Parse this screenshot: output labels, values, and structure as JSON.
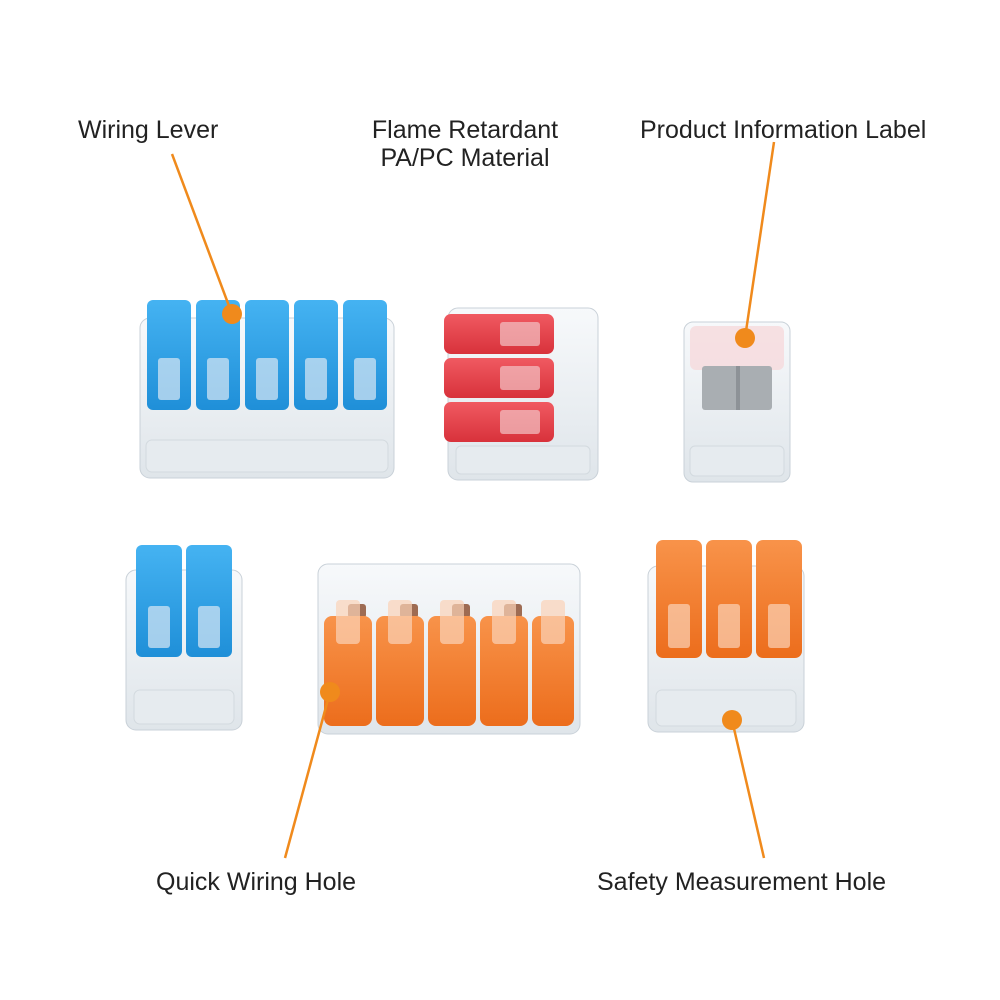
{
  "labels": {
    "wiring_lever": "Wiring Lever",
    "flame_line1": "Flame Retardant",
    "flame_line2": "PA/PC Material",
    "product_info": "Product Information Label",
    "quick_hole": "Quick Wiring Hole",
    "safety_hole": "Safety Measurement Hole"
  },
  "colors": {
    "callout": "#f08a1c",
    "lever_blue": "#2f9fe4",
    "lever_red": "#e8424b",
    "lever_orange": "#f47b2a",
    "clear_body": "#eef2f5"
  },
  "connectors": [
    {
      "name": "blue-5-way-connector",
      "levers": 5,
      "color": "lever_blue"
    },
    {
      "name": "red-3-way-connector",
      "levers": 3,
      "color": "lever_red"
    },
    {
      "name": "clear-2-way-connector",
      "levers": 2,
      "color": "clear_body"
    },
    {
      "name": "blue-2-way-connector",
      "levers": 2,
      "color": "lever_blue"
    },
    {
      "name": "orange-5-way-connector",
      "levers": 5,
      "color": "lever_orange"
    },
    {
      "name": "orange-3-way-connector",
      "levers": 3,
      "color": "lever_orange"
    }
  ]
}
